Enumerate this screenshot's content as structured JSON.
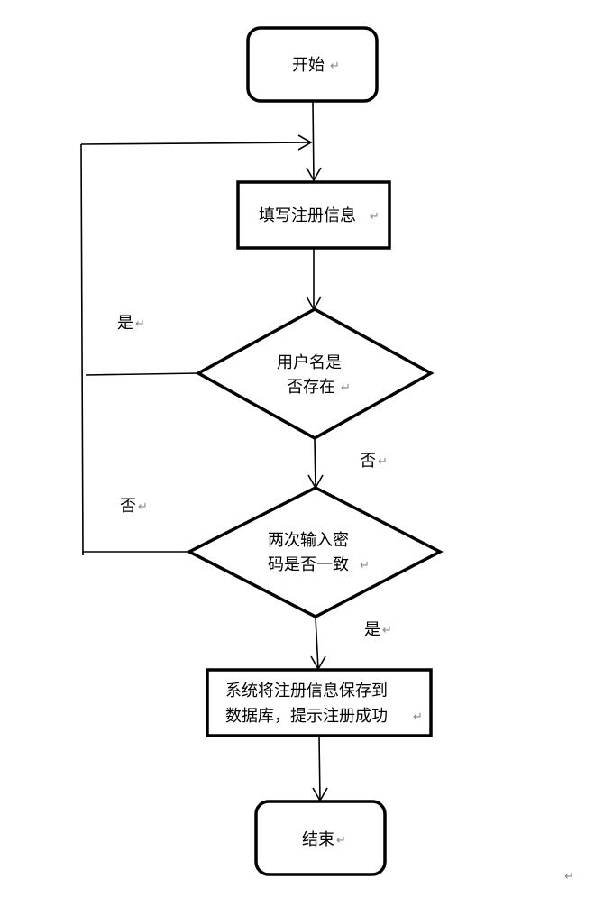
{
  "nodes": {
    "start": {
      "label": "开始"
    },
    "fill_info": {
      "label": "填写注册信息"
    },
    "username_check": {
      "line1": "用户名是",
      "line2": "否存在"
    },
    "password_check": {
      "line1": "两次输入密",
      "line2": "码是否一致"
    },
    "save": {
      "line1": "系统将注册信息保存到",
      "line2": "数据库，提示注册成功"
    },
    "end": {
      "label": "结束"
    }
  },
  "edges": {
    "username_exists_yes": "是",
    "username_exists_no": "否",
    "password_match_no": "否",
    "password_match_yes": "是"
  },
  "paragraph_mark": "↵"
}
